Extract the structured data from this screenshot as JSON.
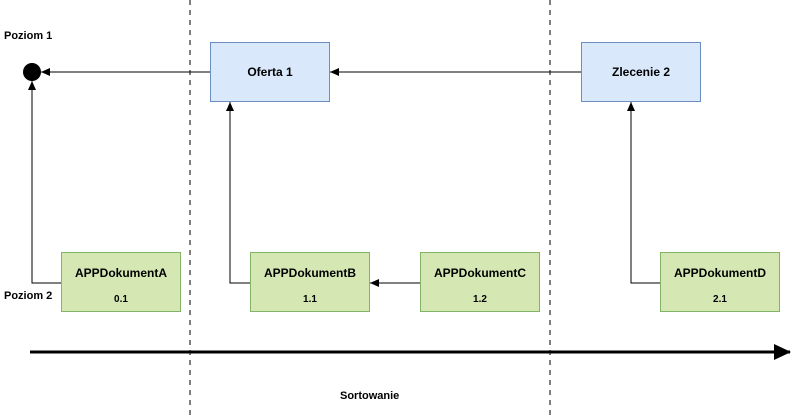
{
  "level_labels": {
    "level1": "Poziom 1",
    "level2": "Poziom 2"
  },
  "top_nodes": [
    {
      "id": "oferta",
      "label": "Oferta 1"
    },
    {
      "id": "zlecenie",
      "label": "Zlecenie 2"
    }
  ],
  "documents": [
    {
      "id": "A",
      "title": "APPDokumentA",
      "number": "0.1"
    },
    {
      "id": "B",
      "title": "APPDokumentB",
      "number": "1.1"
    },
    {
      "id": "C",
      "title": "APPDokumentC",
      "number": "1.2"
    },
    {
      "id": "D",
      "title": "APPDokumentD",
      "number": "2.1"
    }
  ],
  "axis_label": "Sortowanie",
  "colors": {
    "top_fill": "#dae8fc",
    "top_stroke": "#6c8ebf",
    "doc_fill": "#d5e8b4",
    "doc_stroke": "#82b366",
    "line": "#000000"
  }
}
